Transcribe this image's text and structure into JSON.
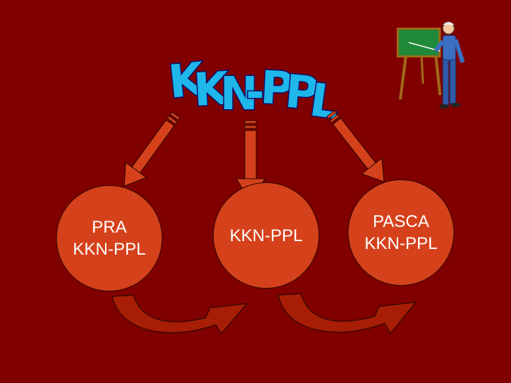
{
  "slide": {
    "title_art_text": "KKN-PPL",
    "title_letters": [
      "K",
      "K",
      "N",
      "-",
      "P",
      "P",
      "L"
    ],
    "stages": [
      {
        "label": "PRA\nKKN-PPL"
      },
      {
        "label": "KKN-PPL"
      },
      {
        "label": "PASCA\nKKN-PPL"
      }
    ]
  },
  "colors": {
    "background": "#800000",
    "circle_fill": "#d5411b",
    "arrow_fill": "#d5411b",
    "curved_arrow_fill": "#a81d05",
    "title_fill": "#1fb6ea",
    "title_outline": "#10106a"
  },
  "icons": {
    "teacher": "teacher-at-chalkboard-icon"
  }
}
